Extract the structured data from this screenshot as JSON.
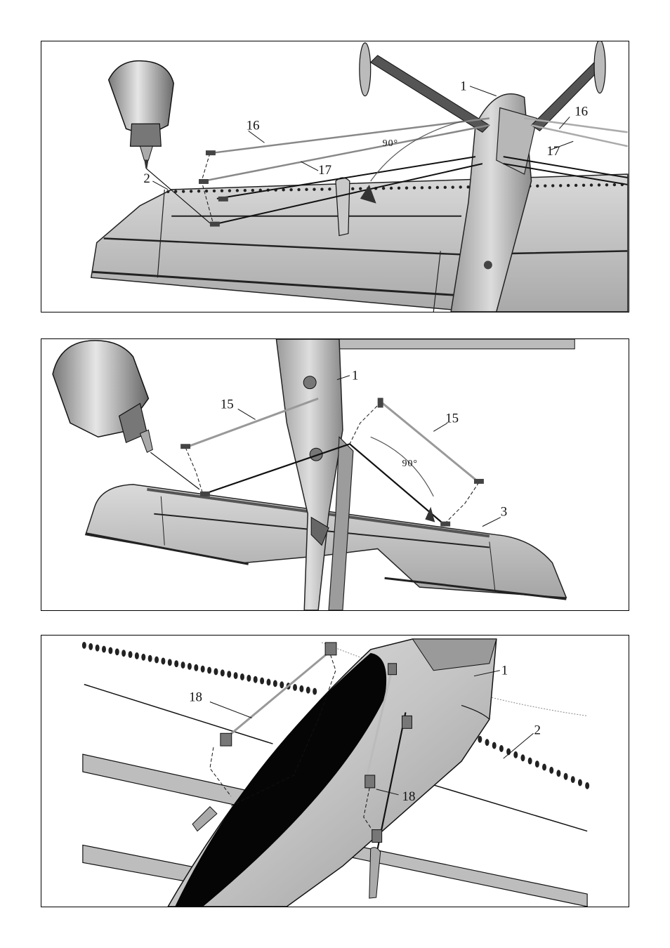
{
  "panel1": {
    "labels": {
      "fuselage": "1",
      "wing": "2",
      "wire_long": "16",
      "wire_short": "17",
      "wire_long_2": "16",
      "wire_short_2": "17",
      "angle": "90°"
    }
  },
  "panel2": {
    "labels": {
      "fuselage": "1",
      "tail_wire_left": "15",
      "tail_wire_right": "15",
      "angle": "90°",
      "stabilizer": "3"
    }
  },
  "panel3": {
    "labels": {
      "fuselage": "1",
      "wing": "2",
      "strut_left": "18",
      "strut_right": "18"
    }
  },
  "colors": {
    "line": "#111111",
    "surface": "#c8c8c8",
    "surface_dark": "#8a8a8a",
    "canopy": "#050505"
  }
}
